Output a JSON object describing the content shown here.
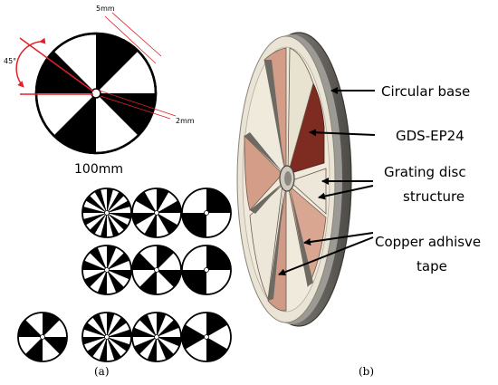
{
  "panel_a": {
    "label": "(a)",
    "dimension_top": "5mm",
    "dimension_angle": "45°",
    "dimension_hole": "2mm",
    "diameter_label": "100mm",
    "variant_disc_slices": [
      [
        24,
        12,
        4
      ],
      [
        16,
        8,
        4
      ],
      [
        8,
        20,
        16,
        6
      ]
    ]
  },
  "panel_b": {
    "label": "(b)",
    "callouts": {
      "circular_base": "Circular base",
      "gds": "GDS-EP24",
      "grating_line1": "Grating disc",
      "grating_line2": "structure",
      "copper_line1": "Copper adhisve",
      "copper_line2": "tape"
    }
  },
  "colors": {
    "black": "#000000",
    "dimension_red": "#e0202a",
    "plate_cream": "#ece7d8",
    "copper": "#d9a088",
    "dark_red": "#7a2a1e",
    "rim_gray": "#8a8884"
  }
}
